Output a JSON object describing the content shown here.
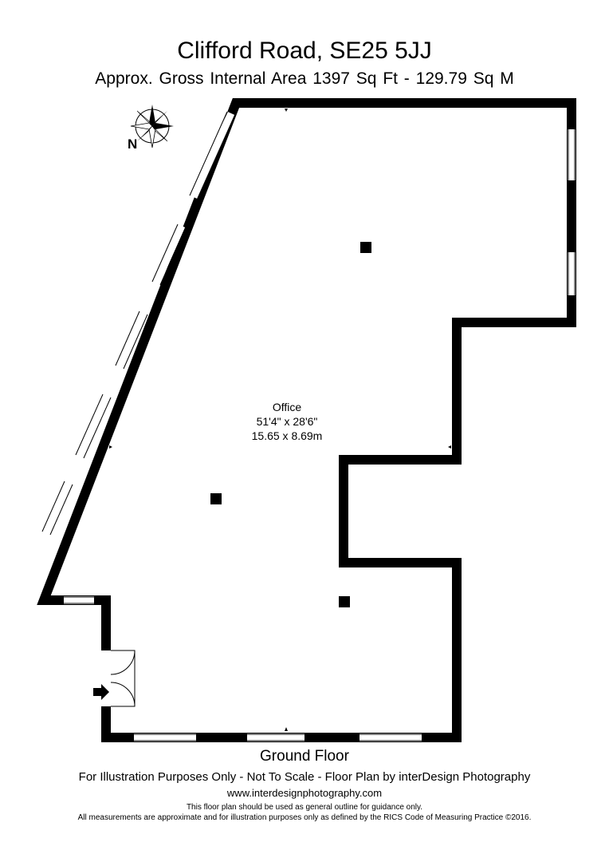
{
  "header": {
    "title": "Clifford Road, SE25 5JJ",
    "area": "Approx. Gross Internal Area   1397 Sq Ft  -  129.79 Sq M"
  },
  "compass": {
    "label": "N",
    "icon": "compass-rose-icon"
  },
  "room": {
    "name": "Office",
    "dimensions_imperial": "51'4\" x 28'6\"",
    "dimensions_metric": "15.65 x 8.69m"
  },
  "floor": {
    "label": "Ground Floor"
  },
  "footer": {
    "disclaimer": "For Illustration Purposes Only - Not To Scale - Floor Plan by interDesign Photography",
    "website": "www.interdesignphotography.com",
    "note1": "This floor plan should be used as general outline for guidance only.",
    "note2": "All measurements are approximate and for illustration purposes only as defined by the RICS Code of Measuring Practice ©2016."
  },
  "colors": {
    "wall": "#000000",
    "background": "#ffffff",
    "window_line": "#999999"
  }
}
